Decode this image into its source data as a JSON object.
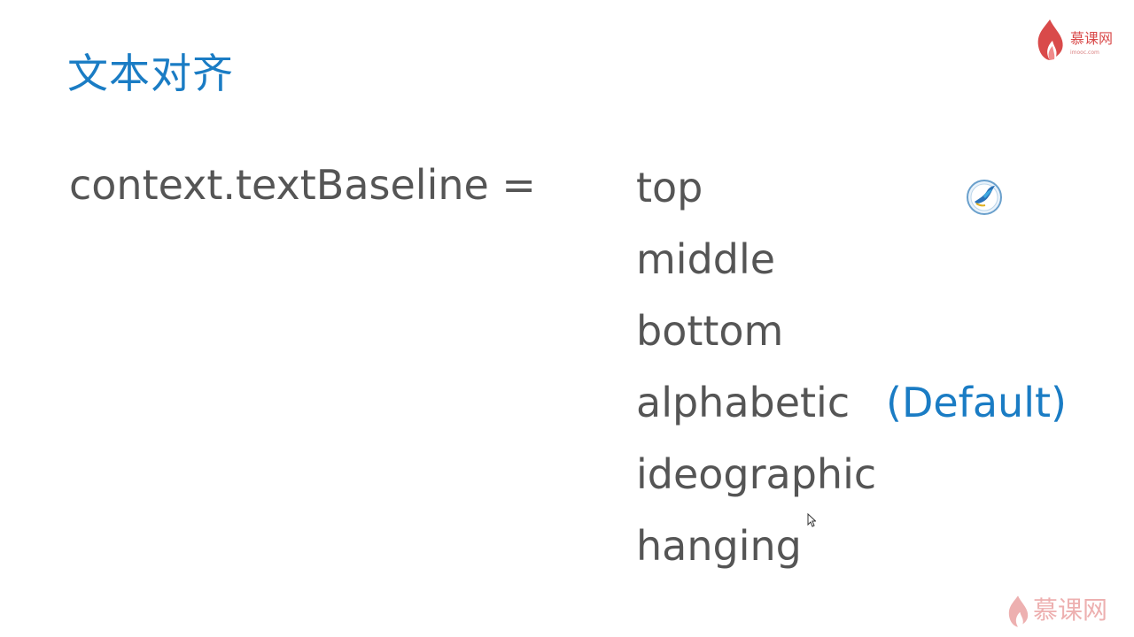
{
  "slide": {
    "title": "文本对齐",
    "code_label": "context.textBaseline =",
    "options": [
      "top",
      "middle",
      "bottom",
      "alphabetic",
      "ideographic",
      "hanging"
    ],
    "default_tag": "(Default)"
  },
  "branding": {
    "logo_text": "慕课网",
    "logo_subtext": "imooc.com",
    "watermark_text": "慕课网"
  },
  "icons": {
    "flame": "flame-logo-icon",
    "bird": "bird-app-icon",
    "cursor": "mouse-cursor-icon"
  },
  "colors": {
    "title": "#1a7cc4",
    "body_text": "#555555",
    "accent": "#1a7cc4",
    "brand": "#d94a4a"
  }
}
